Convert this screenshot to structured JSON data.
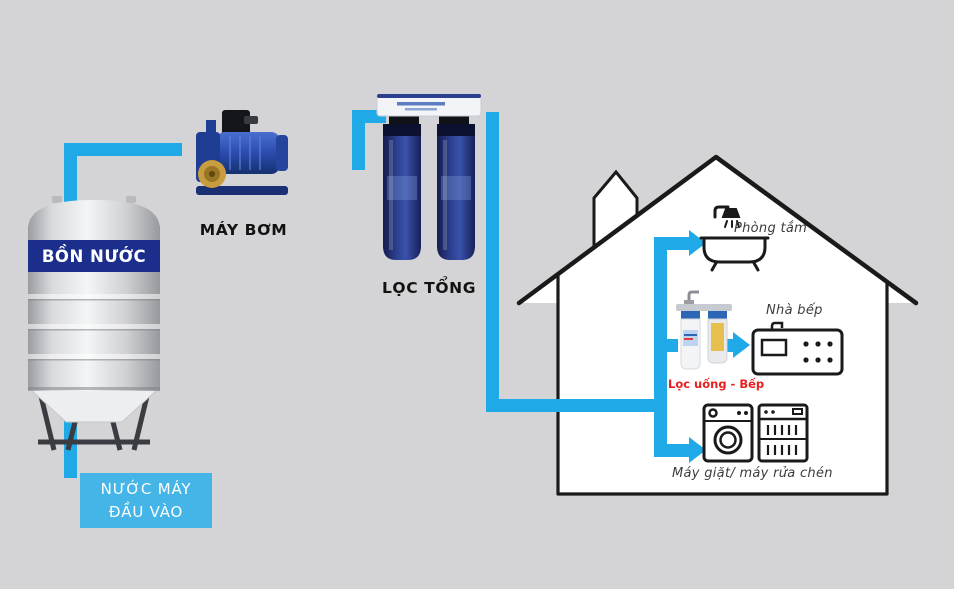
{
  "colors": {
    "background": "#d4d4d6",
    "pipe": "#1fa9e6",
    "inlet_box": "#45b4e6",
    "tank_band": "#1c2e8c",
    "alert_red": "#e8201e",
    "outline": "#1a1a1a"
  },
  "nodes": {
    "tank": {
      "label": "BỒN NƯỚC"
    },
    "pump": {
      "label": "MÁY BƠM"
    },
    "main_filter": {
      "label": "LỌC TỔNG"
    },
    "inlet": {
      "label": "NƯỚC MÁY ĐẦU VÀO"
    },
    "bathroom": {
      "label": "Phòng tắm"
    },
    "kitchen": {
      "label": "Nhà bếp"
    },
    "drinking_filter": {
      "label": "Lọc uống - Bếp"
    },
    "laundry": {
      "label": "Máy giặt/ máy rửa chén"
    }
  },
  "icons": [
    "water-tank-graphic",
    "water-pump-graphic",
    "duo-filter-graphic",
    "under-sink-filter-graphic",
    "shower-bathtub-icon",
    "kitchen-sink-stove-icon",
    "washing-machine-icon",
    "dishwasher-icon",
    "house-outline",
    "flow-arrow-icon"
  ]
}
